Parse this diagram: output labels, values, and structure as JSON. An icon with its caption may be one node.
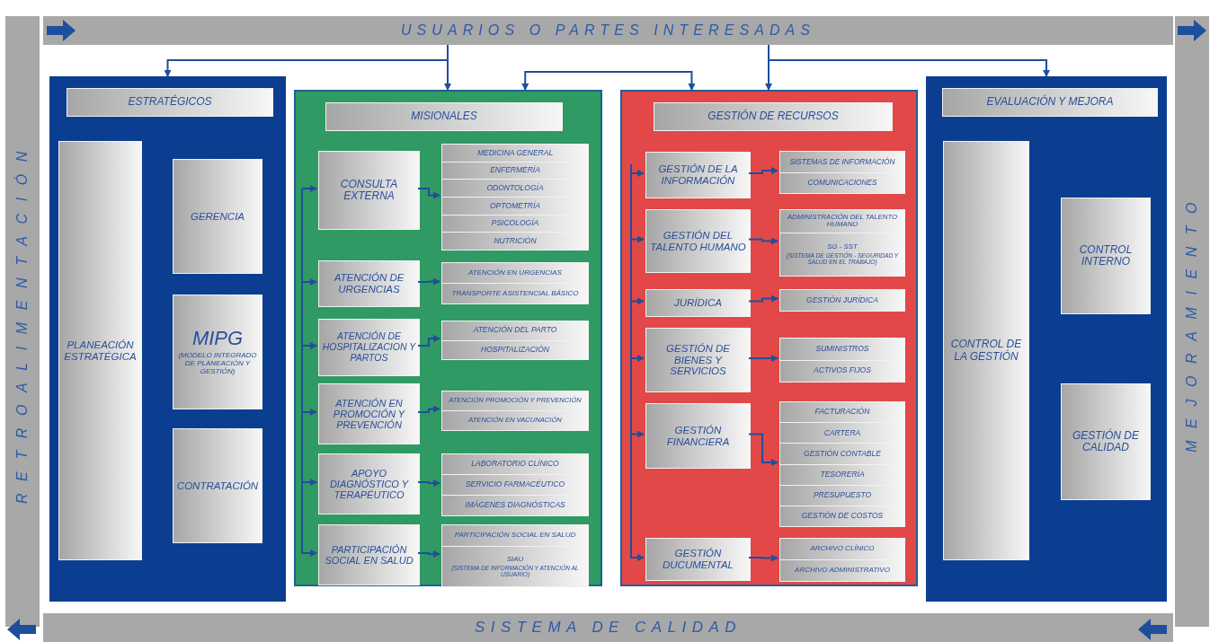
{
  "diagram": {
    "nodes": [
      {
        "text": [
          "USUARIOS O PARTES INTERESADAS"
        ]
      },
      {
        "text": [
          "RETROALIMENTACIÓN"
        ]
      },
      {
        "text": [
          "MEJORAMIENTO"
        ]
      },
      {
        "text": [],
        "shape": "box"
      },
      {
        "text": [
          "ESTRATÉGICOS"
        ],
        "in": 3
      },
      {
        "text": [
          "PLANEACIÓN ESTRATÉGICA"
        ],
        "in": 3
      },
      {
        "text": [
          "GERENCIA"
        ],
        "in": 3
      },
      {
        "text": [
          "MIPG",
          "(MODELO INTEGRADO DE PLANEACIÓN Y GESTIÓN)"
        ],
        "in": 3
      },
      {
        "text": [
          "CONTRATACIÓN"
        ],
        "in": 3
      },
      {
        "text": [],
        "shape": "box"
      },
      {
        "text": [
          "MISIONALES"
        ],
        "in": 9
      },
      {
        "text": [
          "CONSULTA EXTERNA"
        ],
        "in": 9
      },
      {
        "text": [
          "MEDICINA GENERAL",
          "ENFERMERÍA",
          "ODONTOLOGÍA",
          "OPTOMETRÍA",
          "PSICOLOGÍA",
          "NUTRICIÓN"
        ],
        "in": 9
      },
      {
        "text": [
          "ATENCIÓN DE URGENCIAS"
        ],
        "in": 9
      },
      {
        "text": [
          "ATENCIÓN EN URGENCIAS",
          "TRANSPORTE ASISTENCIAL BÁSICO"
        ],
        "in": 9
      },
      {
        "text": [
          "ATENCIÓN DE HOSPITALIZACION Y PARTOS"
        ],
        "in": 9
      },
      {
        "text": [
          "ATENCIÓN DEL PARTO",
          "HOSPITALIZACIÓN"
        ],
        "in": 9
      },
      {
        "text": [
          "ATENCIÓN EN PROMOCIÓN Y PREVENCIÓN"
        ],
        "in": 9
      },
      {
        "text": [
          "ATENCIÓN PROMOCIÓN Y PREVENCIÓN",
          "ATENCIÓN EN VACUNACIÓN"
        ],
        "in": 9
      },
      {
        "text": [
          "APOYO DIAGNÓSTICO Y TERAPÉUTICO"
        ],
        "in": 9
      },
      {
        "text": [
          "LABORATORIO CLÍNICO",
          "SERVICIO FARMACÉUTICO",
          "IMÁGENES DIAGNÓSTICAS"
        ],
        "in": 9
      },
      {
        "text": [
          "PARTICIPACIÓN SOCIAL EN SALUD"
        ],
        "in": 9
      },
      {
        "text": [
          "PARTICIPACIÓN SOCIAL EN SALUD",
          "SIAU",
          "(SISTEMA DE INFORMACIÓN Y ATENCIÓN AL USUARIO)"
        ],
        "in": 9
      },
      {
        "text": [],
        "shape": "box"
      },
      {
        "text": [
          "GESTIÓN DE RECURSOS"
        ],
        "in": 23
      },
      {
        "text": [
          "GESTIÓN DE LA INFORMACIÓN"
        ],
        "in": 23
      },
      {
        "text": [
          "SISTEMAS DE INFORMACIÓN",
          "COMUNICACIONES"
        ],
        "in": 23
      },
      {
        "text": [
          "GESTIÓN DEL TALENTO HUMANO"
        ],
        "in": 23
      },
      {
        "text": [
          "ADMINISTRACIÓN DEL TALENTO HUMANO",
          "SG - SST",
          "(SISTEMA DE GESTIÓN - SEGURIDAD Y SALUD EN EL TRABAJO)"
        ],
        "in": 23
      },
      {
        "text": [
          "JURÍDICA"
        ],
        "in": 23
      },
      {
        "text": [
          "GESTIÓN JURÍDICA"
        ],
        "in": 23
      },
      {
        "text": [
          "GESTIÓN DE BIENES Y SERVICIOS"
        ],
        "in": 23
      },
      {
        "text": [
          "SUMINISTROS",
          "ACTIVOS FIJOS"
        ],
        "in": 23
      },
      {
        "text": [
          "GESTIÓN FINANCIERA"
        ],
        "in": 23
      },
      {
        "text": [
          "FACTURACIÓN",
          "CARTERA",
          "GESTIÓN CONTABLE",
          "TESORERÍA",
          "PRESUPUESTO",
          "GESTIÓN DE COSTOS"
        ],
        "in": 23
      },
      {
        "text": [
          "GESTIÓN DUCUMENTAL"
        ],
        "in": 23
      },
      {
        "text": [
          "ARCHIVO CLÍNICO",
          "ARCHIVO ADMINISTRATIVO"
        ],
        "in": 23
      },
      {
        "text": [],
        "shape": "box"
      },
      {
        "text": [
          "EVALUACIÓN Y MEJORA"
        ],
        "in": 37
      },
      {
        "text": [
          "CONTROL DE LA GESTIÓN"
        ],
        "in": 37
      },
      {
        "text": [
          "CONTROL INTERNO"
        ],
        "in": 37
      },
      {
        "text": [
          "GESTIÓN DE CALIDAD"
        ],
        "in": 37
      },
      {
        "text": [
          "SISTEMA DE CALIDAD"
        ]
      }
    ],
    "edges": [
      {
        "from": 0,
        "to": 3,
        "arrow": "to"
      },
      {
        "from": 0,
        "to": 9,
        "arrow": "to"
      },
      {
        "from": 0,
        "to": 23,
        "arrow": "to"
      },
      {
        "from": 0,
        "to": 37,
        "arrow": "to"
      },
      {
        "from": 9,
        "to": 23,
        "arrow": "both"
      },
      {
        "from": null,
        "to": 11,
        "arrow": "to"
      },
      {
        "from": null,
        "to": 13,
        "arrow": "to"
      },
      {
        "from": null,
        "to": 15,
        "arrow": "to"
      },
      {
        "from": null,
        "to": 17,
        "arrow": "to"
      },
      {
        "from": null,
        "to": 19,
        "arrow": "to"
      },
      {
        "from": null,
        "to": 21,
        "arrow": "to"
      },
      {
        "from": 11,
        "to": 12,
        "arrow": "to"
      },
      {
        "from": 13,
        "to": 14,
        "arrow": "to"
      },
      {
        "from": 15,
        "to": 16,
        "arrow": "to"
      },
      {
        "from": 17,
        "to": 18,
        "arrow": "to"
      },
      {
        "from": 19,
        "to": 20,
        "arrow": "to"
      },
      {
        "from": 21,
        "to": 22,
        "arrow": "to"
      },
      {
        "from": null,
        "to": 25,
        "arrow": "to"
      },
      {
        "from": null,
        "to": 27,
        "arrow": "to"
      },
      {
        "from": null,
        "to": 29,
        "arrow": "to"
      },
      {
        "from": null,
        "to": 31,
        "arrow": "to"
      },
      {
        "from": null,
        "to": 33,
        "arrow": "to"
      },
      {
        "from": null,
        "to": 35,
        "arrow": "to"
      },
      {
        "from": 25,
        "to": 26,
        "arrow": "to"
      },
      {
        "from": 27,
        "to": 28,
        "arrow": "to"
      },
      {
        "from": 29,
        "to": 30,
        "arrow": "to"
      },
      {
        "from": 31,
        "to": 32,
        "arrow": "to"
      },
      {
        "from": 33,
        "to": 34,
        "arrow": "to"
      },
      {
        "from": 35,
        "to": 36,
        "arrow": "to"
      }
    ]
  }
}
